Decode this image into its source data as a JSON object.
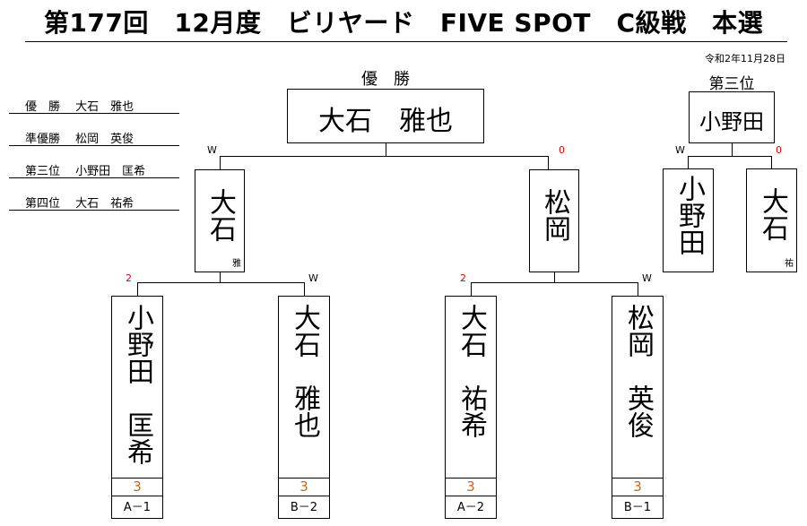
{
  "header": {
    "title": "第177回　12月度　ビリヤード　FIVE SPOT　C級戦　本選",
    "date": "令和2年11月28日"
  },
  "results": [
    {
      "rank": "優　勝",
      "name": "大石　雅也"
    },
    {
      "rank": "準優勝",
      "name": "松岡　英俊"
    },
    {
      "rank": "第三位",
      "name": "小野田　匡希"
    },
    {
      "rank": "第四位",
      "name": "大石　祐希"
    }
  ],
  "final": {
    "heading": "優　勝",
    "champion": "大石　雅也",
    "left": {
      "name": "大石",
      "sub": "雅",
      "mark": "W"
    },
    "right": {
      "name": "松岡",
      "mark": "0"
    }
  },
  "third_place": {
    "heading": "第三位",
    "winner": "小野田",
    "left": {
      "name": "小野田",
      "mark": "W"
    },
    "right": {
      "name": "大石",
      "sub": "祐",
      "mark": "0"
    }
  },
  "semis": [
    {
      "name": "小野田　匡希",
      "mark": "2",
      "score": "3",
      "seed": "A－1"
    },
    {
      "name": "大石　雅也",
      "mark": "W",
      "score": "3",
      "seed": "B－2"
    },
    {
      "name": "大石　祐希",
      "mark": "2",
      "score": "3",
      "seed": "A－2"
    },
    {
      "name": "松岡　英俊",
      "mark": "W",
      "score": "3",
      "seed": "B－1"
    }
  ],
  "colors": {
    "loss_mark": "#e00000",
    "score": "#e06000",
    "line": "#000000"
  }
}
